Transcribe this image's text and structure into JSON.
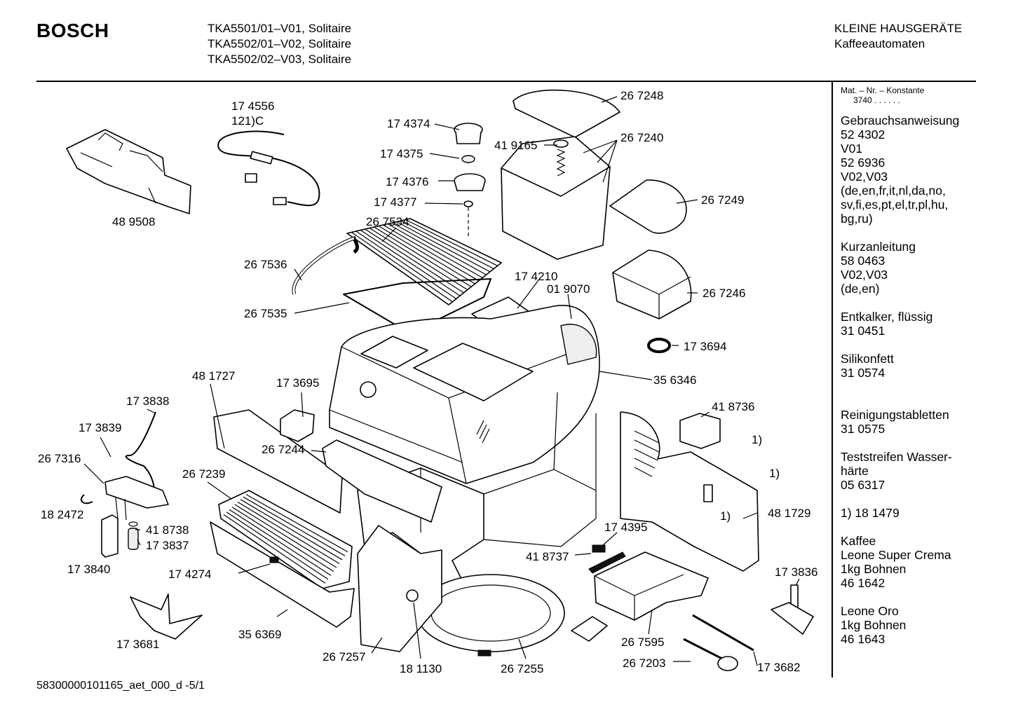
{
  "header": {
    "brand": "BOSCH",
    "models": [
      "TKA5501/01–V01, Solitaire",
      "TKA5502/01–V02, Solitaire",
      "TKA5502/02–V03, Solitaire"
    ],
    "category_line1": "KLEINE HAUSGERÄTE",
    "category_line2": "Kaffeeautomaten"
  },
  "sidebar": {
    "header_line1": "Mat. – Nr. – Konstante",
    "header_line2": "3740 . . . . . .",
    "groups": [
      [
        "Gebrauchsanweisung",
        "52 4302",
        "V01",
        "52 6936",
        "V02,V03",
        "(de,en,fr,it,nl,da,no,",
        "sv,fi,es,pt,el,tr,pl,hu,",
        "bg,ru)"
      ],
      [
        "Kurzanleitung",
        "58 0463",
        "V02,V03",
        "(de,en)"
      ],
      [
        "Entkalker, flüssig",
        "31 0451"
      ],
      [
        "Silikonfett",
        "31 0574"
      ],
      [
        "Reinigungstabletten",
        "31 0575"
      ],
      [
        "Teststreifen Wasser-",
        "härte",
        "05 6317"
      ],
      [
        "1) 18 1479"
      ],
      [
        "Kaffee",
        "Leone Super Crema",
        "1kg Bohnen",
        "46 1642"
      ],
      [
        "Leone Oro",
        "1kg Bohnen",
        "46 1643"
      ]
    ]
  },
  "parts": [
    "48 9508",
    "17 4556",
    "121)C",
    "17 4374",
    "17 4375",
    "17 4376",
    "17 4377",
    "26 7248",
    "41 9165",
    "26 7240",
    "26 7249",
    "26 7534",
    "26 7536",
    "26 7535",
    "17 4210",
    "01 9070",
    "26 7246",
    "17 3694",
    "35 6346",
    "48 1727",
    "17 3695",
    "17 3838",
    "17 3839",
    "26 7316",
    "18 2472",
    "17 3840",
    "41 8738",
    "17 3837",
    "26 7239",
    "26 7244",
    "17 4274",
    "17 3681",
    "35 6369",
    "26 7257",
    "18 1130",
    "26 7255",
    "41 8736",
    "1)",
    "1)",
    "1)",
    "48 1729",
    "17 4395",
    "41 8737",
    "26 7595",
    "26 7203",
    "17 3682",
    "17 3836"
  ],
  "footer": "58300000101165_aet_000_d  -5/1"
}
